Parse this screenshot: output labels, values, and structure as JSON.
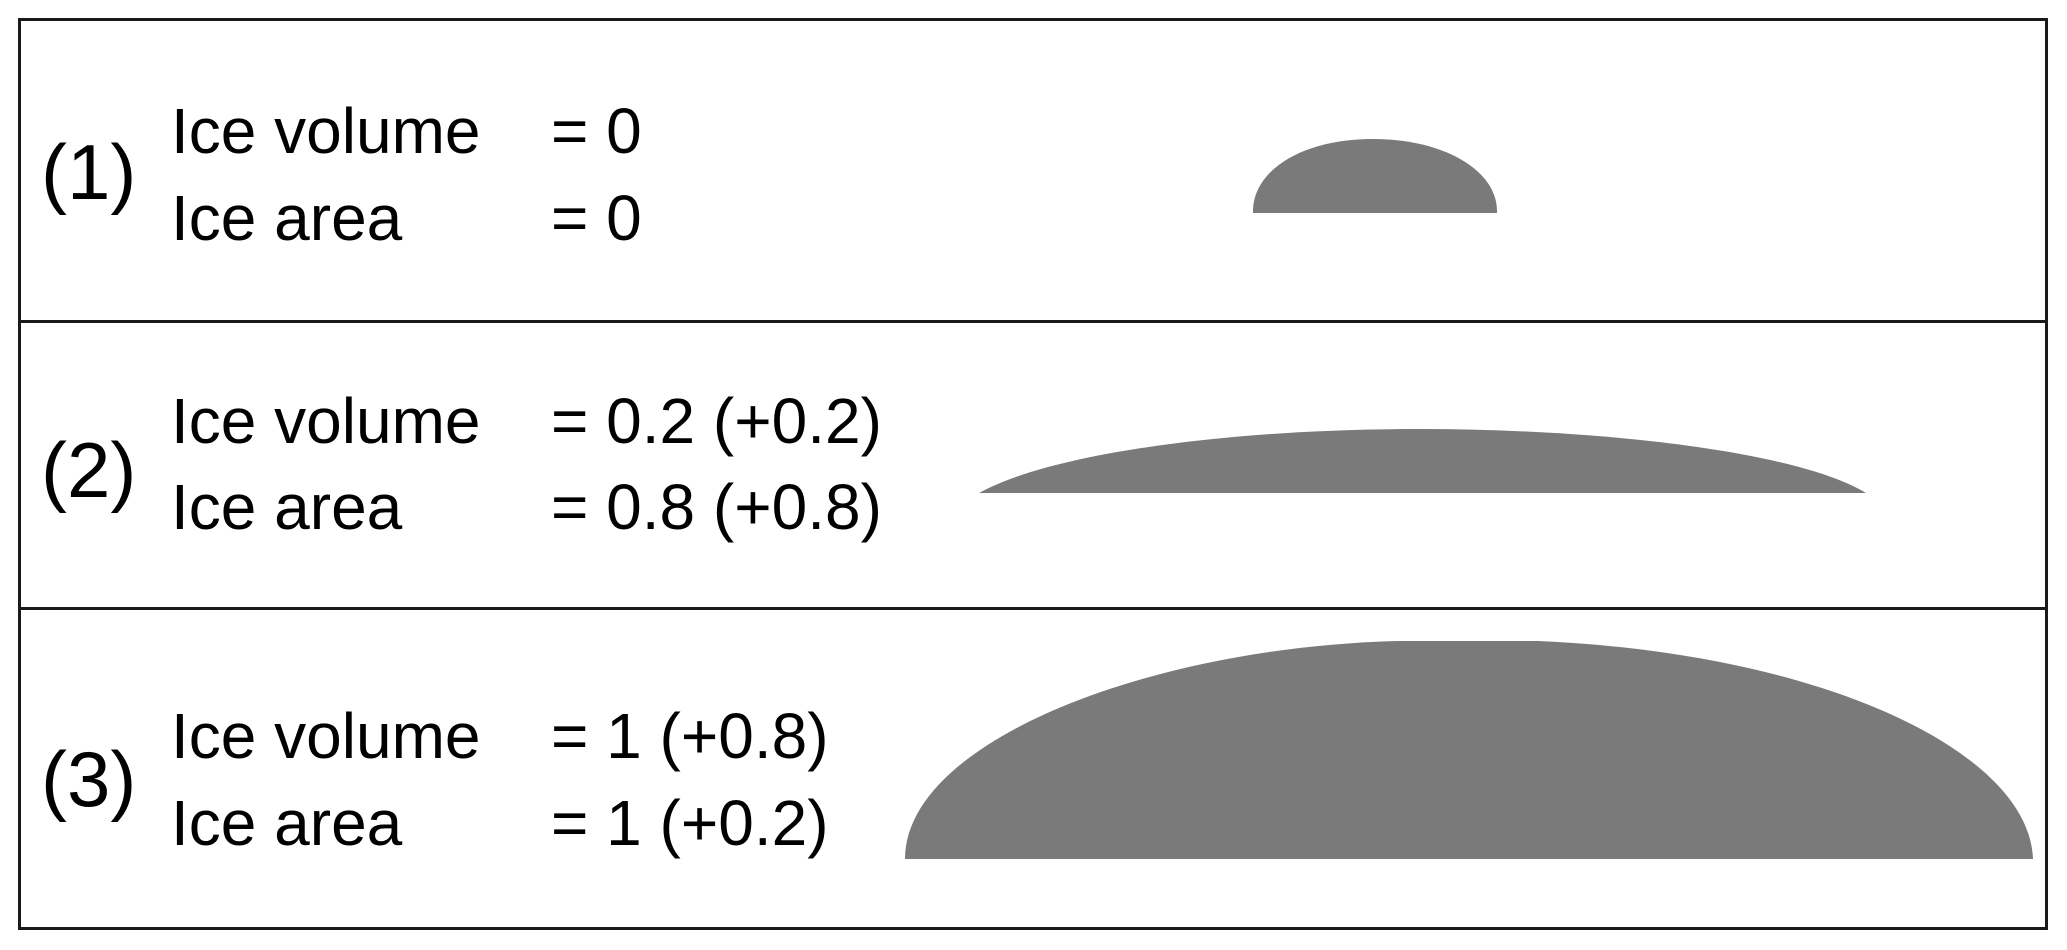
{
  "panels": [
    {
      "number": "(1)",
      "volume_label": "Ice volume",
      "volume_value": "= 0",
      "area_label": "Ice area",
      "area_value": "= 0",
      "volume": 0,
      "area": 0
    },
    {
      "number": "(2)",
      "volume_label": "Ice volume",
      "volume_value": "= 0.2 (+0.2)",
      "area_label": "Ice area",
      "area_value": "= 0.8 (+0.8)",
      "volume": 0.2,
      "area": 0.8
    },
    {
      "number": "(3)",
      "volume_label": "Ice volume",
      "volume_value": "= 1 (+0.8)",
      "area_label": "Ice area",
      "area_value": "= 1 (+0.2)",
      "volume": 1,
      "area": 1
    }
  ],
  "colors": {
    "ice_fill": "#7a7a7a",
    "border": "#1a1a1a"
  }
}
